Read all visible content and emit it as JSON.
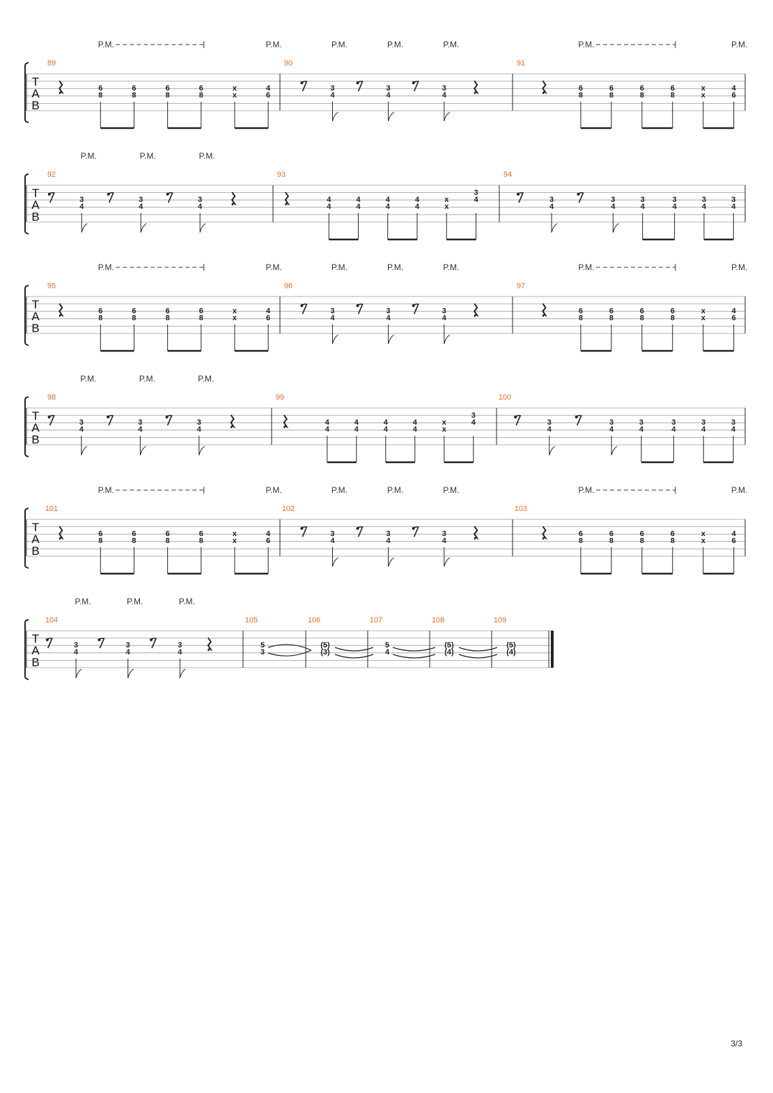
{
  "palm_mute_label": "P.M.",
  "clef": [
    "T",
    "A",
    "B"
  ],
  "page_number": "3/3",
  "colors": {
    "measure_number": "#e0702a",
    "notation": "#222222",
    "staff_line": "#9a9a9a"
  },
  "measures": {
    "m89": {
      "number": "89",
      "pattern": "A"
    },
    "m90": {
      "number": "90",
      "pattern": "B"
    },
    "m91": {
      "number": "91",
      "pattern": "A"
    },
    "m92": {
      "number": "92",
      "pattern": "B"
    },
    "m93": {
      "number": "93",
      "pattern": "C"
    },
    "m94": {
      "number": "94",
      "pattern": "D"
    },
    "m95": {
      "number": "95",
      "pattern": "A"
    },
    "m96": {
      "number": "96",
      "pattern": "B"
    },
    "m97": {
      "number": "97",
      "pattern": "A"
    },
    "m98": {
      "number": "98",
      "pattern": "B"
    },
    "m99": {
      "number": "99",
      "pattern": "C"
    },
    "m100": {
      "number": "100",
      "pattern": "D"
    },
    "m101": {
      "number": "101",
      "pattern": "A"
    },
    "m102": {
      "number": "102",
      "pattern": "B"
    },
    "m103": {
      "number": "103",
      "pattern": "A"
    },
    "m104": {
      "number": "104",
      "pattern": "B"
    },
    "m105": {
      "number": "105",
      "pattern": "E"
    },
    "m106": {
      "number": "106",
      "pattern": "F"
    },
    "m107": {
      "number": "107",
      "pattern": "G"
    },
    "m108": {
      "number": "108",
      "pattern": "H"
    },
    "m109": {
      "number": "109",
      "pattern": "H"
    }
  },
  "patterns": {
    "A": {
      "rest": "quarter",
      "chords": [
        [
          "6",
          "8"
        ],
        [
          "6",
          "8"
        ],
        [
          "6",
          "8"
        ],
        [
          "6",
          "8"
        ],
        [
          "x",
          "x"
        ],
        [
          "4",
          "6"
        ]
      ]
    },
    "B": {
      "chords_with_eighth_rests": [
        [
          "3",
          "4"
        ],
        [
          "3",
          "4"
        ],
        [
          "3",
          "4"
        ]
      ],
      "end_rest": "quarter"
    },
    "C": {
      "rest": "quarter",
      "chords": [
        [
          "4",
          "4"
        ],
        [
          "4",
          "4"
        ],
        [
          "4",
          "4"
        ],
        [
          "4",
          "4"
        ],
        [
          "x",
          "x"
        ],
        [
          "3",
          "4"
        ]
      ]
    },
    "D": {
      "chords": [
        [
          "3",
          "4"
        ],
        [
          "3",
          "4"
        ],
        [
          "3",
          "4"
        ],
        [
          "3",
          "4"
        ],
        [
          "3",
          "4"
        ],
        [
          "3",
          "4"
        ]
      ]
    },
    "E": {
      "chord": [
        "5",
        "3"
      ]
    },
    "F": {
      "chord": [
        "(5)",
        "(3)"
      ]
    },
    "G": {
      "chord": [
        "5",
        "4"
      ]
    },
    "H": {
      "chord": [
        "(5)",
        "(4)"
      ]
    }
  }
}
